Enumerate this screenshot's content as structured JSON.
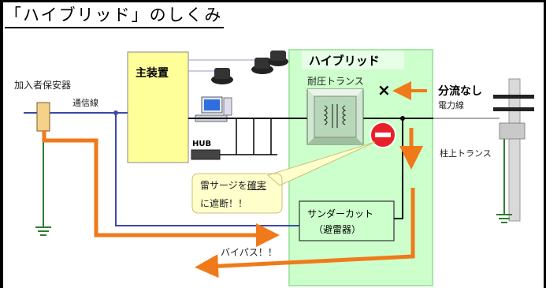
{
  "title": "「ハイブリッド」のしくみ",
  "labels": {
    "subscriber_protector": "加入者保安器",
    "telecom_line": "通信線",
    "main_unit": "主装置",
    "hybrid": "ハイブリッド",
    "isolation_transformer": "耐圧トランス",
    "no_shunt": "分流なし",
    "power_line": "電力線",
    "pole_transformer": "柱上トランス",
    "hub": "HUB",
    "surge_note_part1": "雷サージを",
    "surge_note_emphasis": "確実",
    "surge_note_part2": "に遮断！！",
    "thunder_cut_line1": "サンダーカット",
    "thunder_cut_line2": "（避雷器）",
    "bypass": "バイパス！！",
    "x_mark": "×"
  },
  "colors": {
    "hybrid_box": "#ccffcc",
    "hybrid_border": "#99e699",
    "main_unit_fill": "#ffff99",
    "orange_arrow": "#f07a1a",
    "blue_line": "#3a4aa8",
    "green_wire": "#2e7d32",
    "stop_sign": "#e8202a",
    "callout_fill": "#ffffcc",
    "protector_fill": "#f5d28a"
  },
  "icons": [
    "telephone-icon",
    "telephone-icon",
    "telephone-icon",
    "computer-icon",
    "hub-icon",
    "transformer-coil-icon",
    "stop-sign-icon",
    "utility-pole-icon",
    "ground-icon"
  ]
}
